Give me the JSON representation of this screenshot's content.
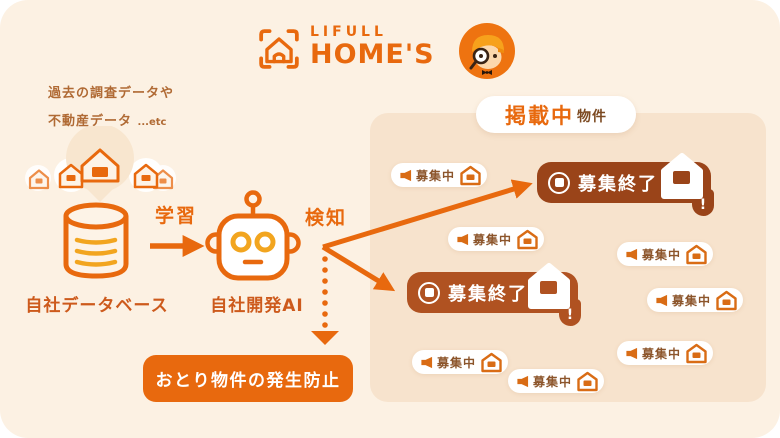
{
  "colors": {
    "page_bg": "#ffffff",
    "card_bg": "#fcf1e3",
    "panel_bg": "#f7e3cd",
    "orange": "#e8690e",
    "accent_yellow": "#f2a51f",
    "label_brown": "#cd5a1c",
    "note_brown": "#b06a34",
    "badge_text": "#8c552b",
    "badge_icon": "#d96c15",
    "ended_bg_1": "#9a4419",
    "ended_bg_2": "#b05221",
    "header_sub": "#7c4a22"
  },
  "logo": {
    "brand_top": "LIFULL",
    "brand_bottom": "HOME'S"
  },
  "note": {
    "line1": "過去の調査データや",
    "line2": "不動産データ",
    "etc": "...etc"
  },
  "flow": {
    "database_label": "自社データベース",
    "learn_label": "学習",
    "ai_label": "自社開発AI",
    "detect_label": "検知",
    "result_label": "おとり物件の発生防止"
  },
  "panel": {
    "header_main": "掲載中",
    "header_sub": "物件",
    "active_label": "募集中",
    "ended_label": "募集終了",
    "alert_mark": "!",
    "active_count": 7,
    "ended_count": 2
  }
}
